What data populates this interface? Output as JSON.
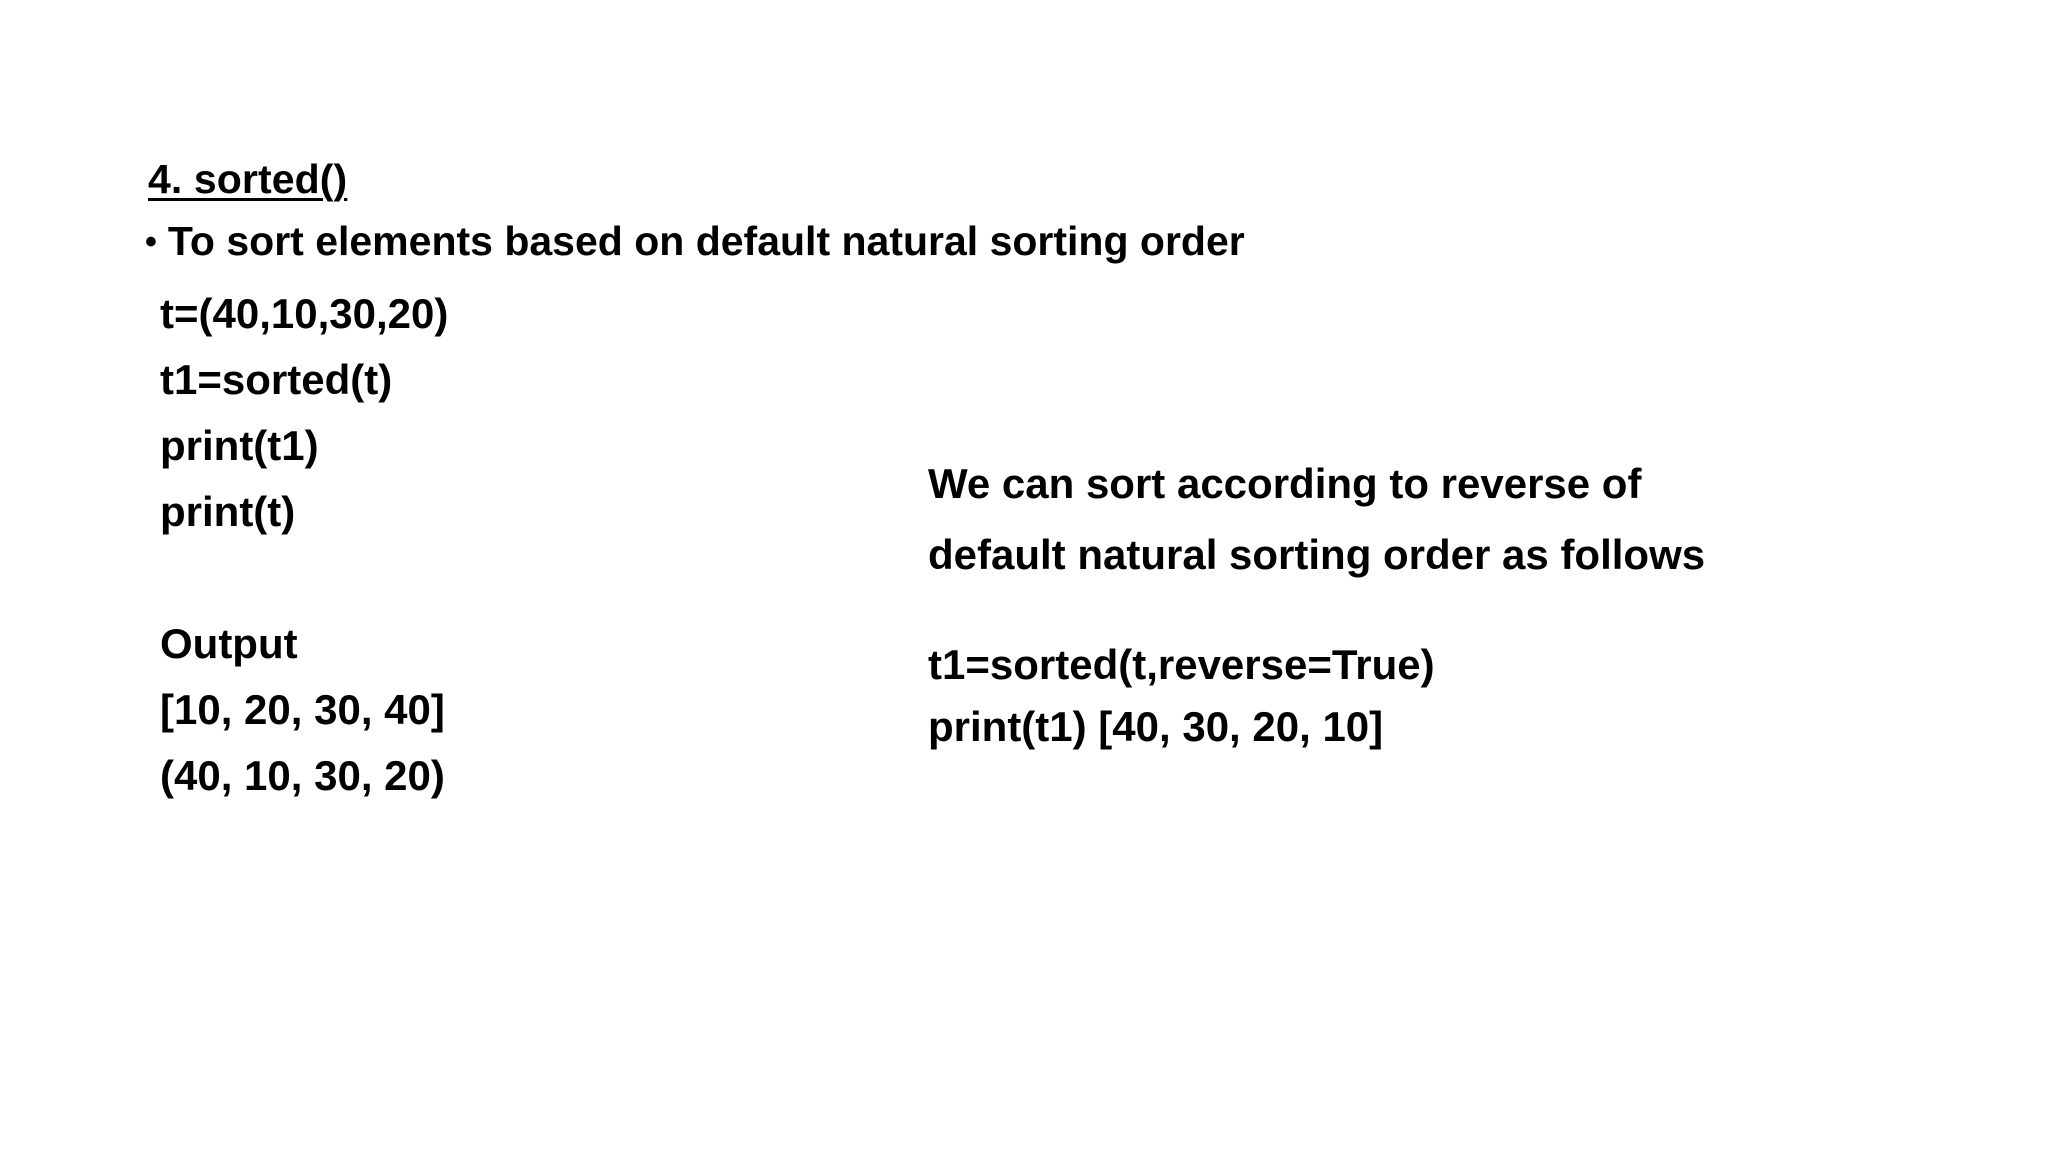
{
  "slide": {
    "background_color": "#FFFFFF",
    "text_color": "#000000",
    "title": "4. sorted()",
    "bullet": {
      "marker": "bullet-dot-icon",
      "text": "To sort elements based on default natural sorting order"
    },
    "left_column": {
      "code_lines": [
        "t=(40,10,30,20)",
        "t1=sorted(t)",
        "print(t1)",
        "print(t)",
        "",
        "Output",
        "[10, 20, 30, 40]",
        "(40, 10, 30, 20)"
      ]
    },
    "right_column": {
      "paragraph_lines": [
        "We can sort according to reverse of",
        "default natural sorting order as follows"
      ],
      "code_lines": [
        "t1=sorted(t,reverse=True)",
        "print(t1) [40, 30, 20, 10]"
      ]
    }
  }
}
